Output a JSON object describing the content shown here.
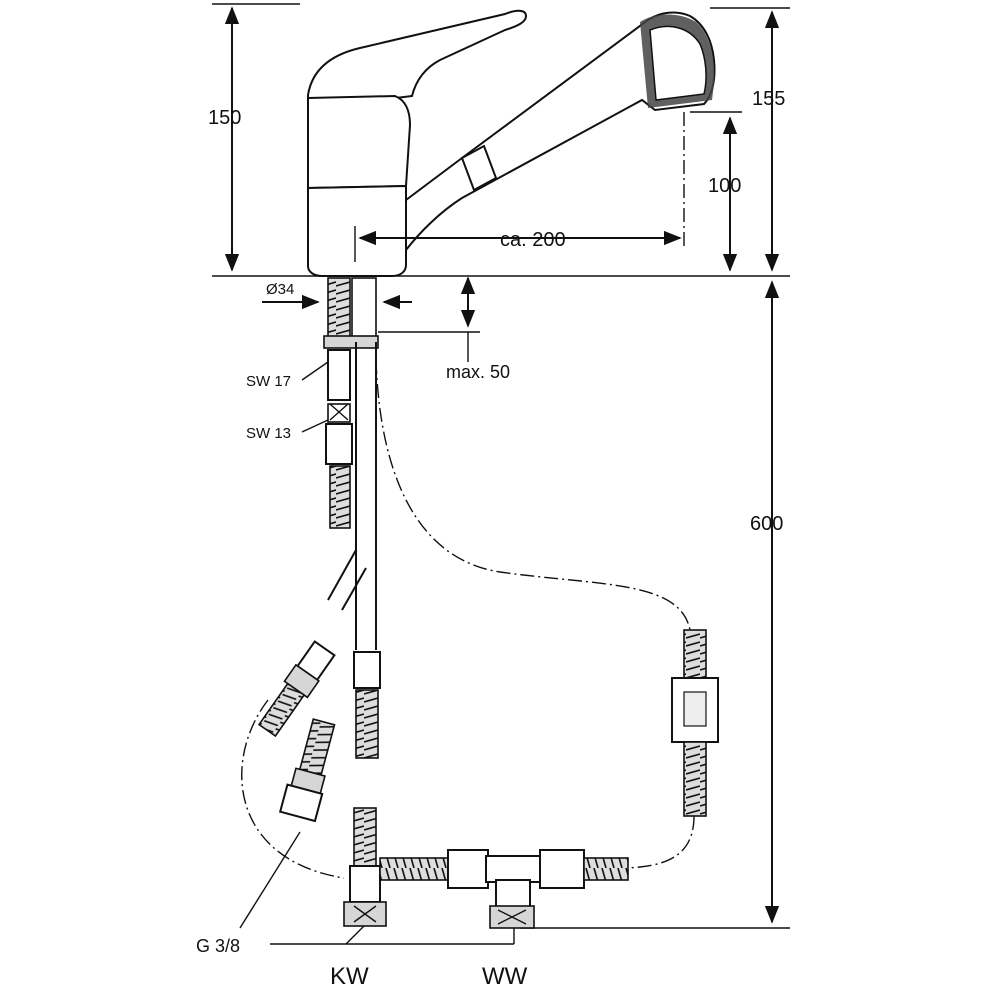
{
  "dimensions": {
    "height_body": "150",
    "height_total": "155",
    "height_spout": "100",
    "reach": "ca. 200",
    "diameter": "Ø34",
    "max_thickness": "max. 50",
    "hose_length": "600"
  },
  "fittings": {
    "sw17": "SW 17",
    "sw13": "SW 13",
    "thread": "G 3/8"
  },
  "connections": {
    "cold": "KW",
    "warm": "WW"
  }
}
